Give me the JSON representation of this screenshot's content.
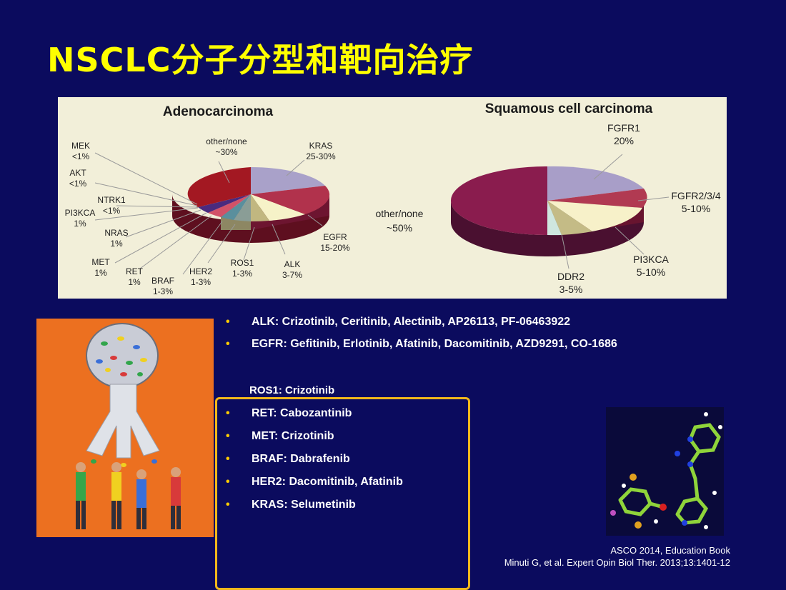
{
  "slide": {
    "title": "NSCLC分子分型和靶向治疗",
    "colors": {
      "background": "#0b0b5e",
      "title": "#ffff00",
      "bullet": "#ffcc00",
      "box_border": "#f2b81b"
    }
  },
  "figure": {
    "adeno": {
      "title": "Adenocarcinoma",
      "labels": {
        "other": [
          "other/none",
          "~30%"
        ],
        "kras": [
          "KRAS",
          "25-30%"
        ],
        "egfr": [
          "EGFR",
          "15-20%"
        ],
        "alk": [
          "ALK",
          "3-7%"
        ],
        "ros1": [
          "ROS1",
          "1-3%"
        ],
        "her2": [
          "HER2",
          "1-3%"
        ],
        "braf": [
          "BRAF",
          "1-3%"
        ],
        "ret": [
          "RET",
          "1%"
        ],
        "met": [
          "MET",
          "1%"
        ],
        "nras": [
          "NRAS",
          "1%"
        ],
        "pi3kca": [
          "PI3KCA",
          "1%"
        ],
        "ntrk1": [
          "NTRK1",
          "<1%"
        ],
        "akt": [
          "AKT",
          "<1%"
        ],
        "mek": [
          "MEK",
          "<1%"
        ]
      }
    },
    "squamous": {
      "title": "Squamous cell carcinoma",
      "labels": {
        "fgfr1": [
          "FGFR1",
          "20%"
        ],
        "fgfr234": [
          "FGFR2/3/4",
          "5-10%"
        ],
        "pi3kca": [
          "PI3KCA",
          "5-10%"
        ],
        "ddr2": [
          "DDR2",
          "3-5%"
        ],
        "other": [
          "other/none",
          "~50%"
        ]
      }
    }
  },
  "bullets_top": [
    "ALK: Crizotinib, Ceritinib, Alectinib, AP26113, PF-06463922",
    "EGFR: Gefitinib, Erlotinib, Afatinib, Dacomitinib, AZD9291, CO-1686"
  ],
  "bullet_symbol": "•",
  "ros1_line": "ROS1: Crizotinib",
  "bullets_box": [
    "RET: Cabozantinib",
    "MET: Crizotinib",
    "BRAF: Dabrafenib",
    "HER2: Dacomitinib, Afatinib",
    "KRAS: Selumetinib"
  ],
  "references": [
    "ASCO 2014,  Education Book",
    "Minuti G, et al. Expert Opin Biol Ther. 2013;13:1401-12"
  ]
}
